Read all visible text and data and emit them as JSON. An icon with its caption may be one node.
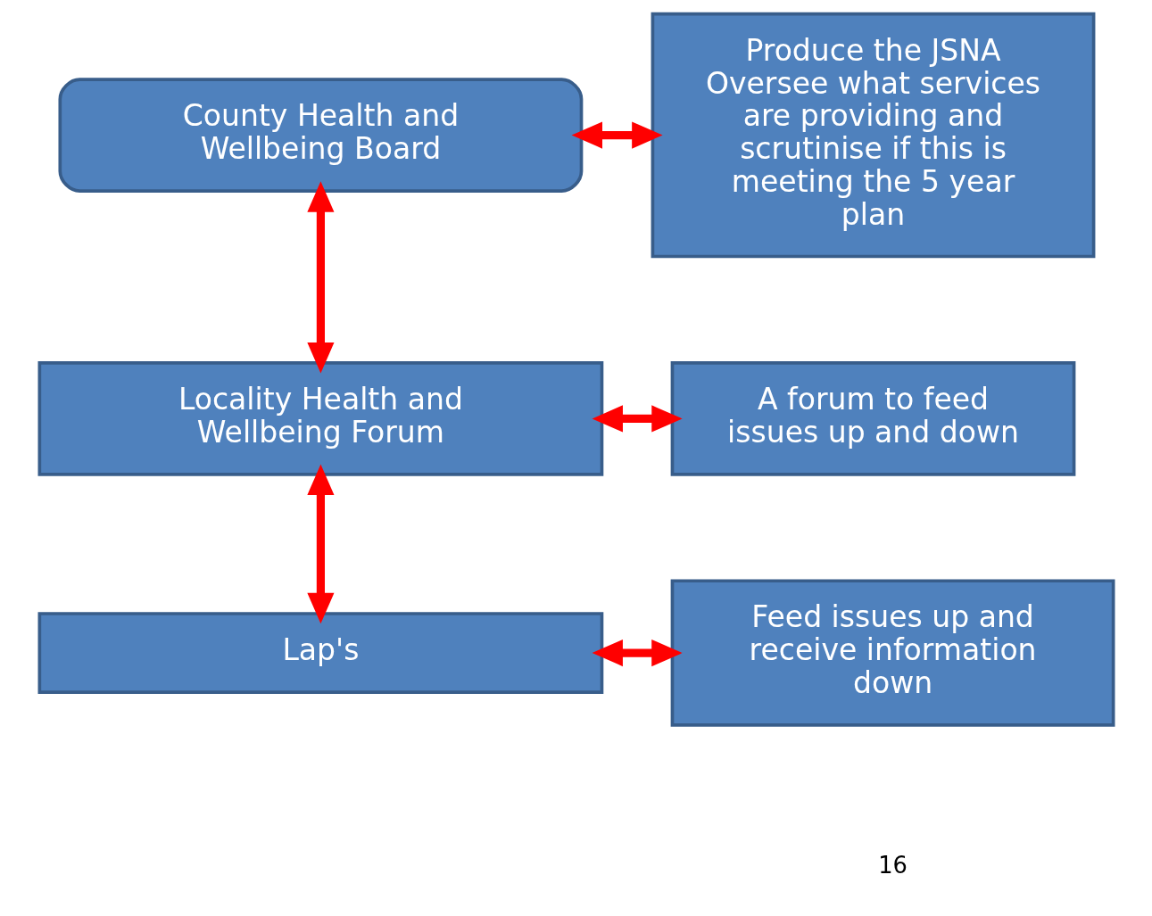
{
  "diagram": {
    "nodes": [
      {
        "text": [
          "County Health and Wellbeing Board"
        ]
      },
      {
        "text": [
          "Produce the JSNA",
          "Oversee what services are providing and scrutinise if this is meeting the 5 year plan"
        ]
      },
      {
        "text": [
          "Locality Health and Wellbeing Forum"
        ]
      },
      {
        "text": [
          "A forum to feed issues up and down"
        ]
      },
      {
        "text": [
          "Lap's"
        ]
      },
      {
        "text": [
          "Feed issues up and receive information down"
        ]
      }
    ],
    "edges": [
      {
        "from": 0,
        "to": 1,
        "arrow": "both"
      },
      {
        "from": 0,
        "to": 2,
        "arrow": "both"
      },
      {
        "from": 2,
        "to": 3,
        "arrow": "both"
      },
      {
        "from": 2,
        "to": 4,
        "arrow": "both"
      },
      {
        "from": 4,
        "to": 5,
        "arrow": "both"
      }
    ],
    "labels": [
      "16"
    ]
  }
}
